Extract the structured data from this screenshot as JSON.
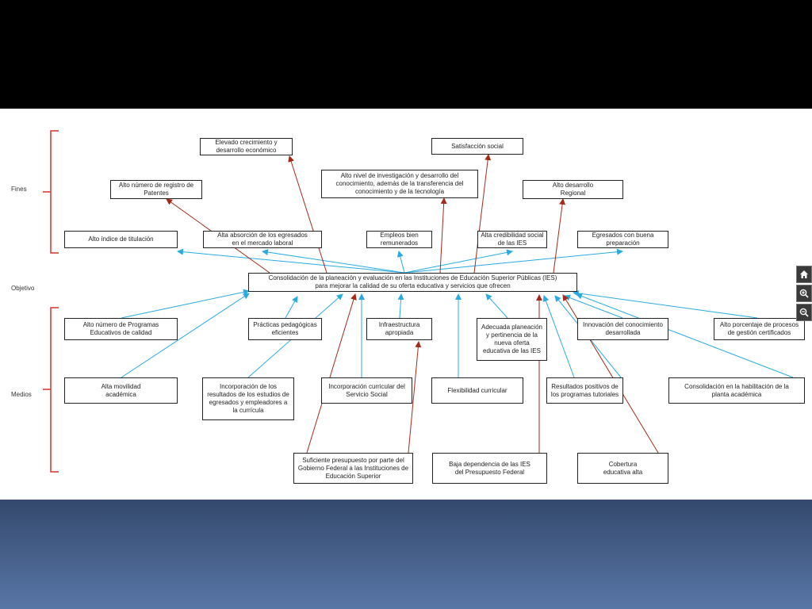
{
  "labels": {
    "fines": "Fines",
    "objetivo": "Objetivo",
    "medios": "Medios"
  },
  "boxes": {
    "b1": "Elevado crecimiento y\ndesarrollo económico",
    "b2": "Satisfacción social",
    "b3": "Alto número de registro de\nPatentes",
    "b4": "Alto nivel de investigación y desarrollo del\nconocimiento, además de la transferencia del\nconocimiento y de la tecnología",
    "b5": "Alto desarrollo\nRegional",
    "b6": "Alto índice de titulación",
    "b7": "Alta absorción de los egresados\nen el mercado laboral",
    "b8": "Empleos bien\nremunerados",
    "b9": "Alta credibilidad social\nde las IES",
    "b10": "Egresados con buena\npreparación",
    "b11": "Consolidación de la planeación y evaluación en las Instituciones de Educación Superior Públicas (IES)\npara mejorar la calidad de su oferta educativa y servicios que ofrecen",
    "b12": "Alto número de Programas\nEducativos de calidad",
    "b13": "Prácticas pedagógicas\neficientes",
    "b14": "Infraestructura\napropiada",
    "b15": "Adecuada planeación\ny pertinencia de la\nnueva oferta\neducativa de las IES",
    "b16": "Innovación del conocimiento\ndesarrollada",
    "b17": "Alto porcentaje de procesos\nde gestión certificados",
    "b18": "Alta movilidad\nacadémica",
    "b19": "Incorporación de los\nresultados de los estudios de\negresados y empleadores a\nla currícula",
    "b20": "Incorporación curricular del\nServicio Social",
    "b21": "Flexibilidad curricular",
    "b22": "Resultados positivos de\nlos programas tutoriales",
    "b23": "Consolidación en la habilitación de la\nplanta académica",
    "b24": "Suficiente presupuesto por parte del\nGobierno Federal a las Instituciones de\nEducación Superior",
    "b25": "Baja dependencia de las IES\ndel Presupuesto Federal",
    "b26": "Cobertura\neducativa alta"
  },
  "colors": {
    "blue_arrow": "#29abe2",
    "red_arrow": "#a52a1a",
    "bracket": "#d9302c"
  },
  "icons": [
    "home-icon",
    "zoom-in-icon",
    "zoom-out-icon"
  ]
}
